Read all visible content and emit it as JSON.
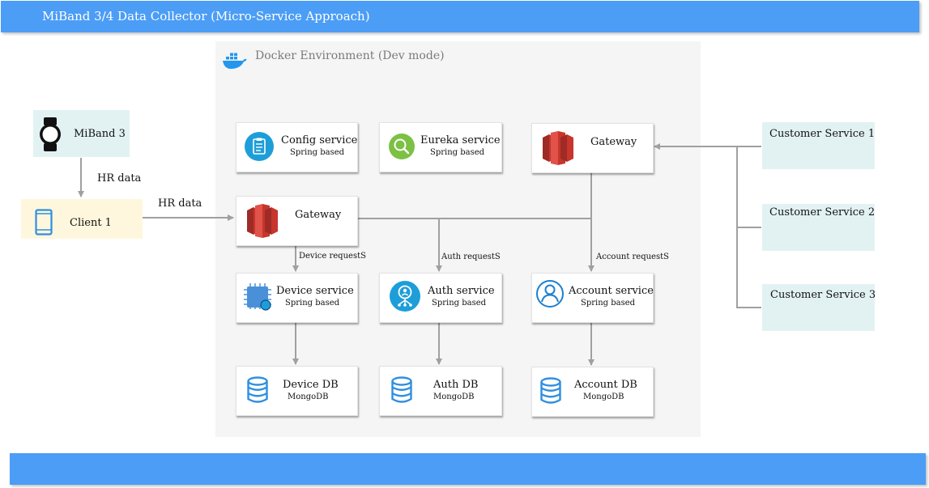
{
  "header": {
    "title": "MiBand 3/4 Data Collector (Micro-Service Approach)"
  },
  "docker_env": {
    "label": "Docker Environment (Dev mode)"
  },
  "nodes": {
    "miband": {
      "title": "MiBand 3"
    },
    "client": {
      "title": "Client 1"
    },
    "config": {
      "title": "Config service",
      "sub": "Spring based"
    },
    "eureka": {
      "title": "Eureka service",
      "sub": "Spring based"
    },
    "gateway_top": {
      "title": "Gateway"
    },
    "gateway_main": {
      "title": "Gateway"
    },
    "device": {
      "title": "Device service",
      "sub": "Spring based"
    },
    "auth": {
      "title": "Auth service",
      "sub": "Spring based"
    },
    "account": {
      "title": "Account service",
      "sub": "Spring based"
    },
    "device_db": {
      "title": "Device DB",
      "sub": "MongoDB"
    },
    "auth_db": {
      "title": "Auth DB",
      "sub": "MongoDB"
    },
    "account_db": {
      "title": "Account DB",
      "sub": "MongoDB"
    },
    "customer1": {
      "title": "Customer Service 1"
    },
    "customer2": {
      "title": "Customer Service 2"
    },
    "customer3": {
      "title": "Customer Service 3"
    }
  },
  "edges": {
    "hr_data_1": "HR data",
    "hr_data_2": "HR data",
    "device_requests": "Device requestS",
    "auth_requests": "Auth requestS",
    "account_requests": "Account requestS"
  },
  "colors": {
    "banner": "#4b9df6",
    "teal": "#e2f2f3",
    "client_bg": "#fff7dd",
    "aws_red": "#c7352c",
    "service_blue": "#1d9ed9",
    "eureka_green": "#7cc044",
    "db_blue": "#2f8fe0",
    "arrow": "#a0a0a0"
  }
}
